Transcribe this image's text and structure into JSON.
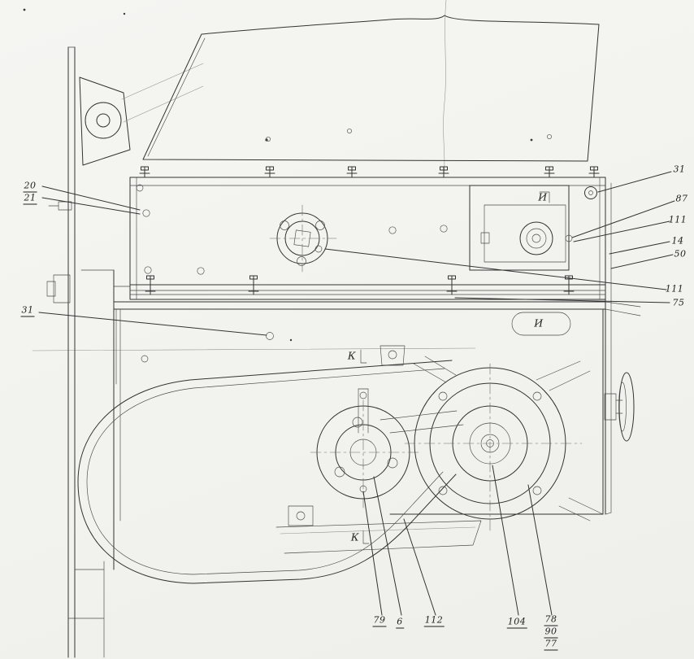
{
  "drawing": {
    "colors": {
      "ink": "#333333",
      "paper": "#f4f4f1",
      "faint": "#8f8f8d"
    }
  },
  "callouts": [
    {
      "id": "20",
      "text": "20",
      "underline": true
    },
    {
      "id": "21",
      "text": "21",
      "underline": true
    },
    {
      "id": "31-left",
      "text": "31",
      "underline": true
    },
    {
      "id": "31-right",
      "text": "31",
      "underline": false
    },
    {
      "id": "87",
      "text": "87",
      "underline": false
    },
    {
      "id": "111-upper",
      "text": "111",
      "underline": false
    },
    {
      "id": "14",
      "text": "14",
      "underline": false
    },
    {
      "id": "50",
      "text": "50",
      "underline": false
    },
    {
      "id": "111-lower",
      "text": "111",
      "underline": false
    },
    {
      "id": "75",
      "text": "75",
      "underline": false
    },
    {
      "id": "79",
      "text": "79",
      "underline": true
    },
    {
      "id": "6",
      "text": "6",
      "underline": true
    },
    {
      "id": "112",
      "text": "112",
      "underline": true
    },
    {
      "id": "104",
      "text": "104",
      "underline": true
    },
    {
      "id": "78",
      "text": "78",
      "underline": true
    },
    {
      "id": "90",
      "text": "90",
      "underline": true
    },
    {
      "id": "77",
      "text": "77",
      "underline": true
    }
  ],
  "view_labels": [
    {
      "id": "K-upper",
      "text": "К"
    },
    {
      "id": "K-lower",
      "text": "К"
    },
    {
      "id": "I-upper",
      "text": "И"
    },
    {
      "id": "I-lower",
      "text": "И"
    }
  ]
}
